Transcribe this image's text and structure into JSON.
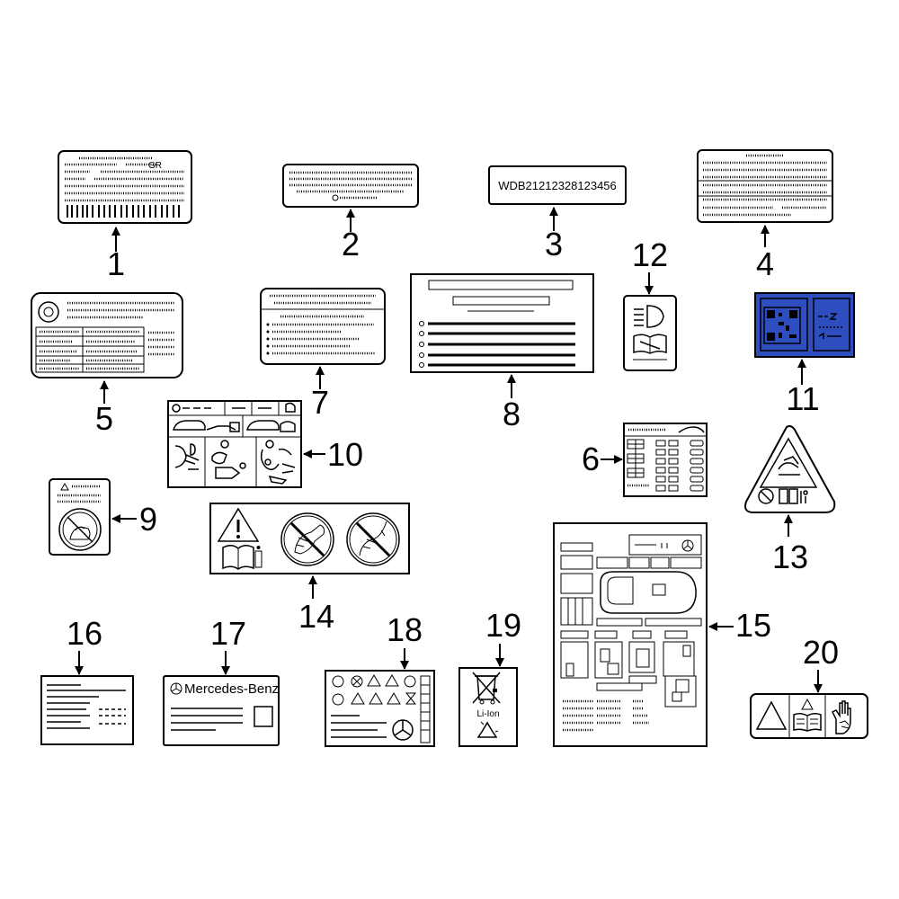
{
  "callouts": [
    "1",
    "2",
    "3",
    "4",
    "5",
    "6",
    "7",
    "8",
    "9",
    "10",
    "11",
    "12",
    "13",
    "14",
    "15",
    "16",
    "17",
    "18",
    "19",
    "20"
  ],
  "label3_vin": "WDB21212328123456",
  "label17_brand": "Mercedes-Benz",
  "label19_text": "Li-Ion",
  "label11_color": "#2e4dbf",
  "icons": [
    "mercedes-star-icon",
    "warning-triangle-icon",
    "book-icon",
    "no-child-seat-icon",
    "recycle-icon",
    "crossed-bin-icon",
    "headlight-icon",
    "qr-code-icon",
    "hand-icon"
  ]
}
